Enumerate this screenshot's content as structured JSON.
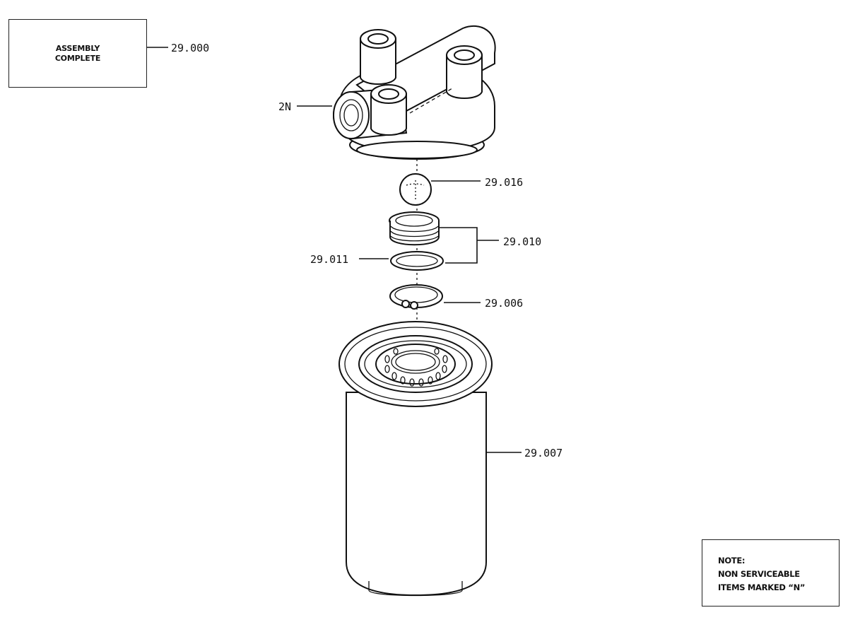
{
  "assembly_box": {
    "line1": "ASSEMBLY",
    "line2": "COMPLETE"
  },
  "note_box": {
    "title": "NOTE:",
    "line1": "NON SERVICEABLE",
    "line2": "ITEMS MARKED “N”"
  },
  "callouts": {
    "assembly": "29.000",
    "head": "2N",
    "ball": "29.016",
    "seat_group": "29.010",
    "oring": "29.011",
    "snap_ring": "29.006",
    "cartridge": "29.007"
  }
}
